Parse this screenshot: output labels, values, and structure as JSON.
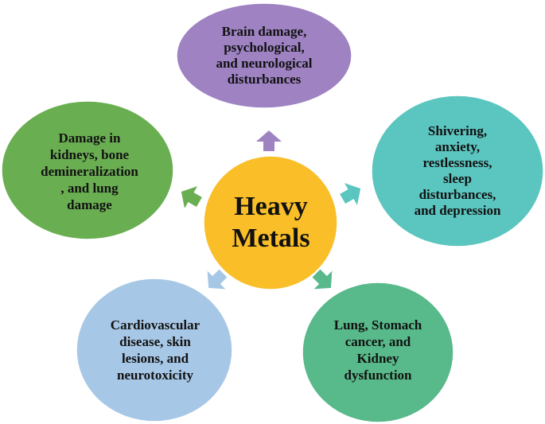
{
  "center": {
    "lines": [
      "Heavy",
      "Metals"
    ],
    "color": "#F9BE28"
  },
  "nodes": [
    {
      "id": "top",
      "lines": [
        "Brain damage,",
        "psychological,",
        "and neurological",
        "disturbances"
      ],
      "color": "#9E82C2",
      "arrow_color": "#9E82C2"
    },
    {
      "id": "right",
      "lines": [
        "Shivering,",
        "anxiety,",
        "restlessness,",
        "sleep",
        "disturbances,",
        "and depression"
      ],
      "color": "#5BC5C0",
      "arrow_color": "#5BC5C0"
    },
    {
      "id": "bottom-right",
      "lines": [
        "Lung, Stomach",
        "cancer, and",
        "Kidney",
        "dysfunction"
      ],
      "color": "#58B98A",
      "arrow_color": "#58B98A"
    },
    {
      "id": "bottom-left",
      "lines": [
        "Cardiovascular",
        "disease, skin",
        "lesions, and",
        "neurotoxicity"
      ],
      "color": "#A7C7E6",
      "arrow_color": "#A7C7E6"
    },
    {
      "id": "left",
      "lines": [
        "Damage in",
        "kidneys, bone",
        "demineralization",
        ", and lung",
        "damage"
      ],
      "color": "#6AAE52",
      "arrow_color": "#6AAE52"
    }
  ]
}
